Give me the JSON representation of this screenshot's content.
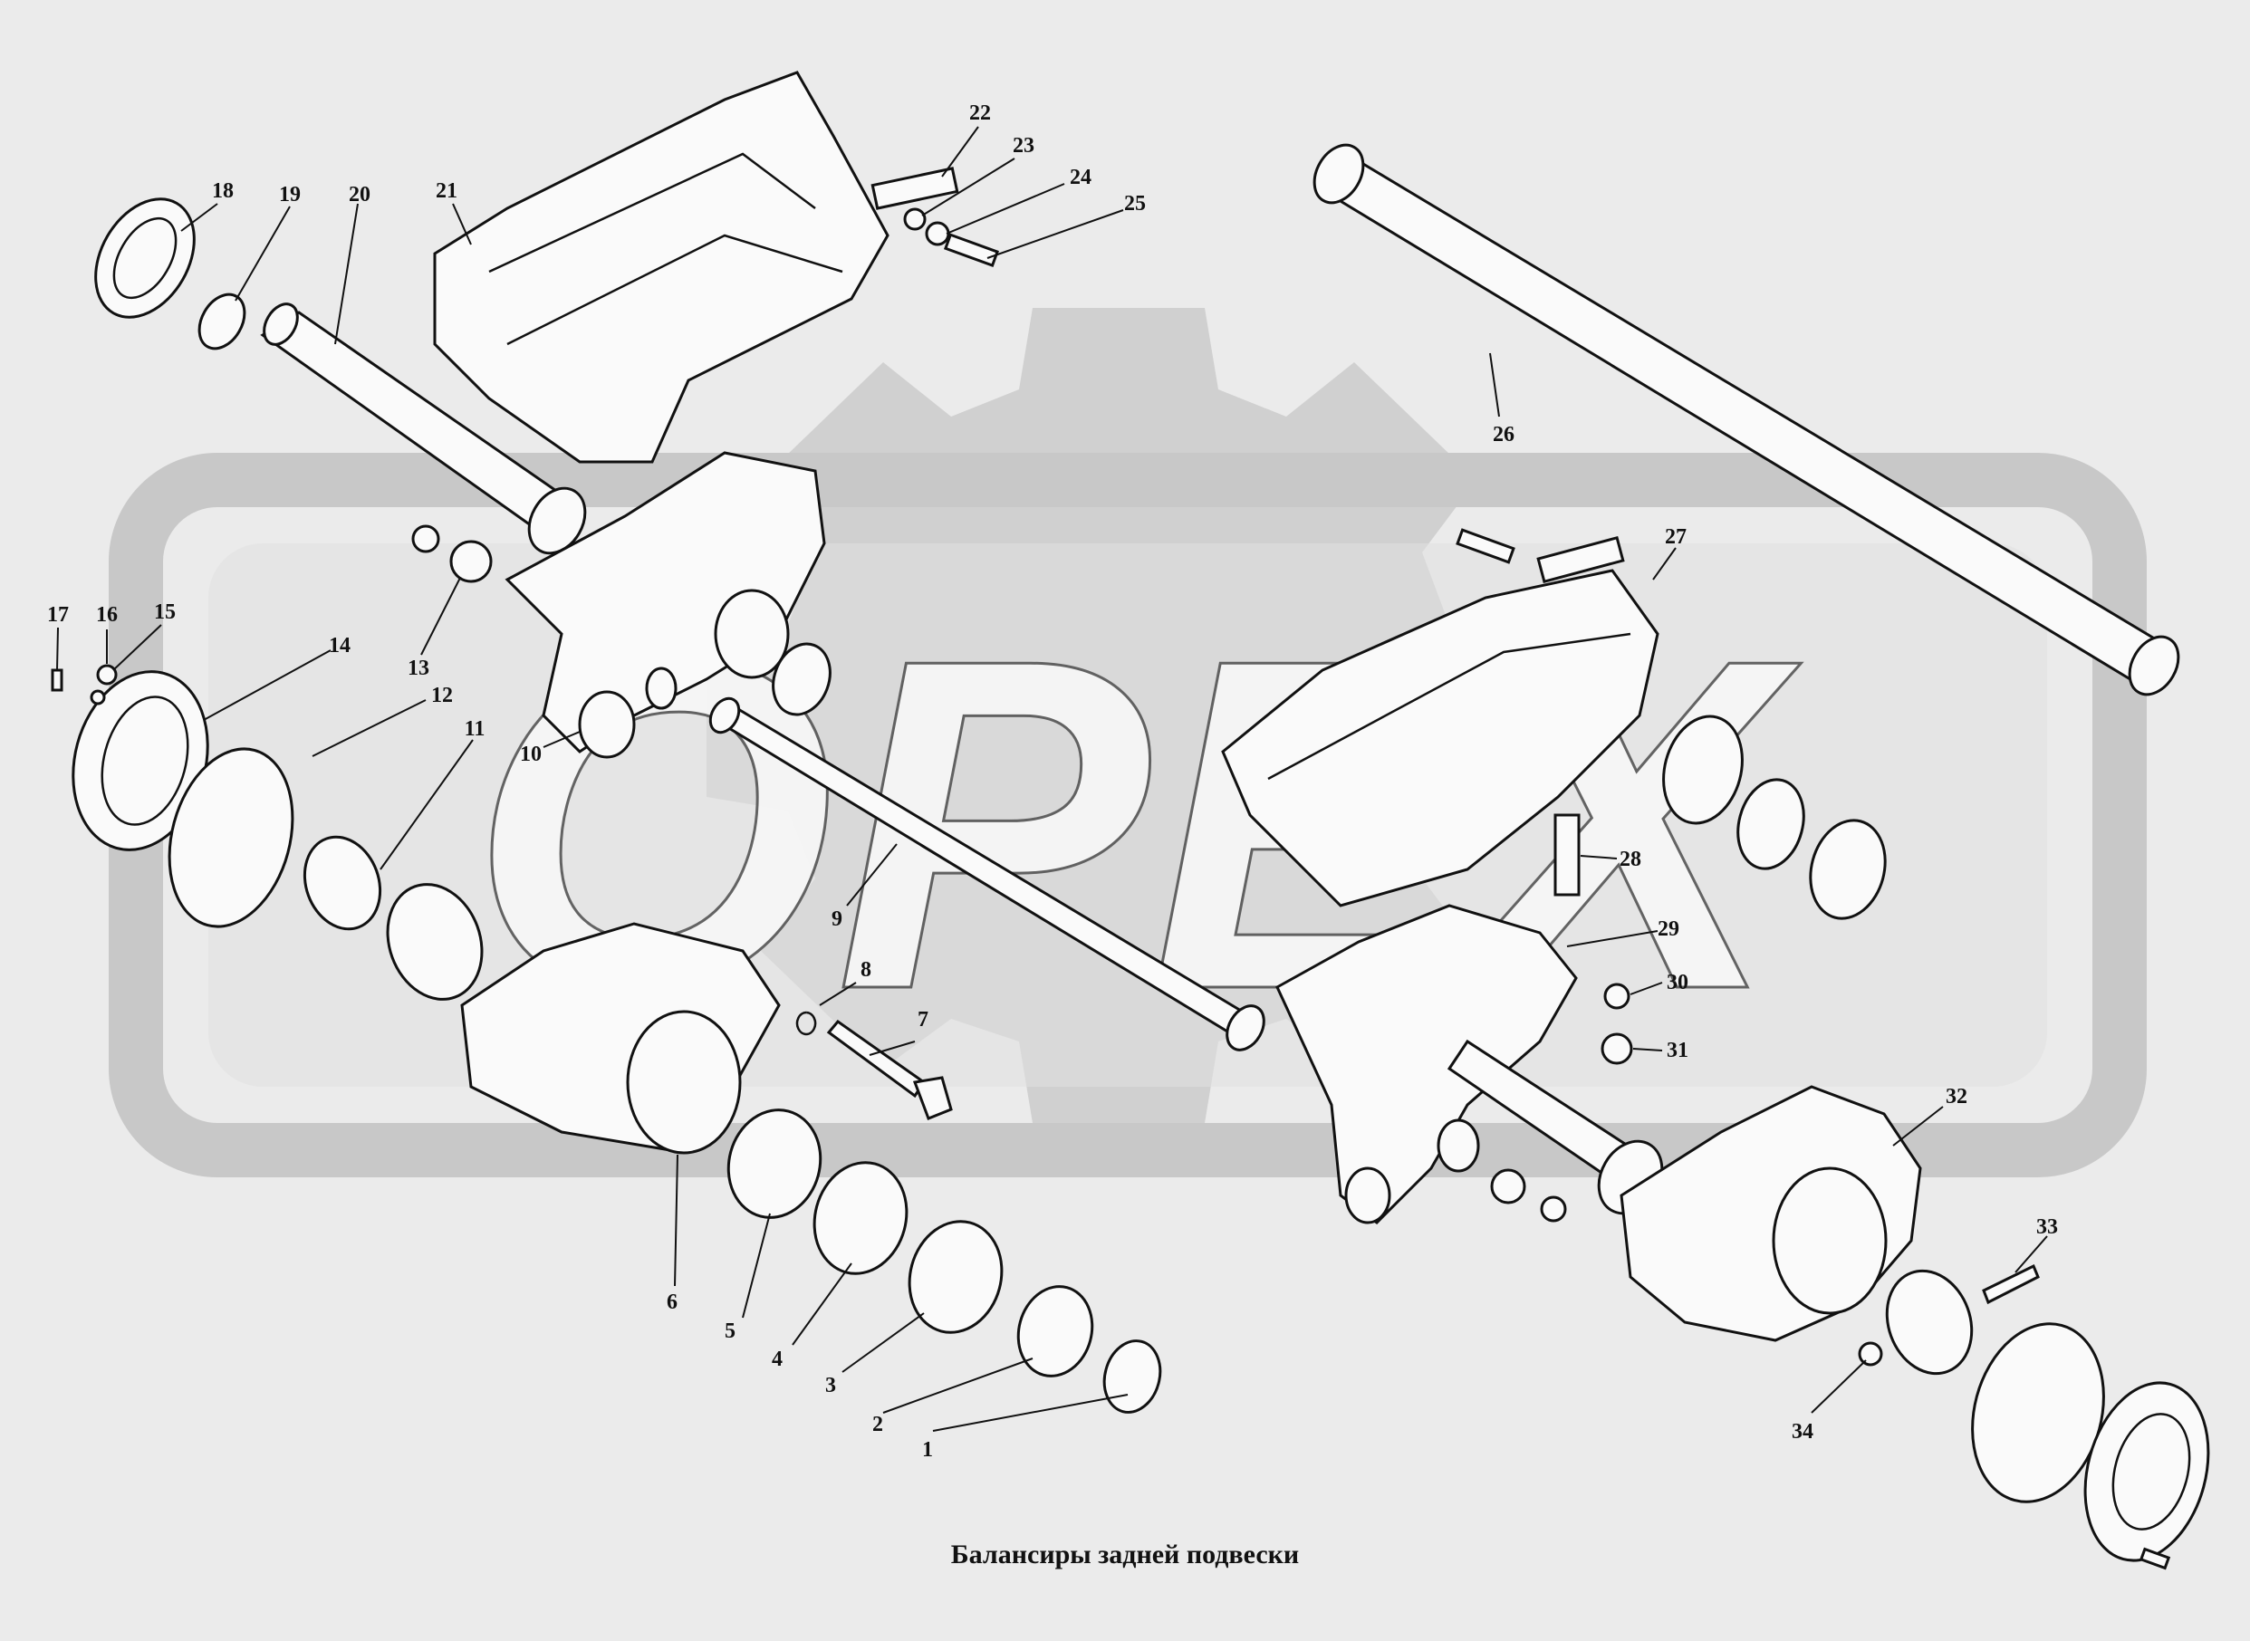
{
  "caption": "Балансиры задней подвески",
  "watermark": {
    "text": "ОРЕХ",
    "gear_color": "#d0d0d0",
    "frame_color": "#c8c8c8"
  },
  "callouts": [
    {
      "label": "1"
    },
    {
      "label": "2"
    },
    {
      "label": "3"
    },
    {
      "label": "4"
    },
    {
      "label": "5"
    },
    {
      "label": "6"
    },
    {
      "label": "7"
    },
    {
      "label": "8"
    },
    {
      "label": "9"
    },
    {
      "label": "10"
    },
    {
      "label": "11"
    },
    {
      "label": "12"
    },
    {
      "label": "13"
    },
    {
      "label": "14"
    },
    {
      "label": "15"
    },
    {
      "label": "16"
    },
    {
      "label": "17"
    },
    {
      "label": "18"
    },
    {
      "label": "19"
    },
    {
      "label": "20"
    },
    {
      "label": "21"
    },
    {
      "label": "22"
    },
    {
      "label": "23"
    },
    {
      "label": "24"
    },
    {
      "label": "25"
    },
    {
      "label": "26"
    },
    {
      "label": "27"
    },
    {
      "label": "28"
    },
    {
      "label": "29"
    },
    {
      "label": "30"
    },
    {
      "label": "31"
    },
    {
      "label": "32"
    },
    {
      "label": "33"
    },
    {
      "label": "34"
    }
  ]
}
